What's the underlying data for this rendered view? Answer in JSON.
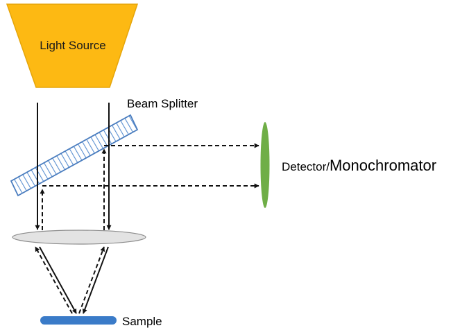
{
  "labels": {
    "light_source": "Light Source",
    "beam_splitter": "Beam Splitter",
    "detector_prefix": "Detector/",
    "detector_suffix": "Monochromator",
    "sample": "Sample"
  },
  "colors": {
    "light_source_fill": "#FDB913",
    "light_source_stroke": "#E5A50A",
    "splitter_stroke": "#4A7DBF",
    "splitter_hatch": "#5A8FD0",
    "detector_fill": "#6FAE47",
    "lens_fill": "#E3E3E3",
    "lens_stroke": "#8C8C8C",
    "sample_fill": "#3A7BC8",
    "beam": "#111111"
  }
}
